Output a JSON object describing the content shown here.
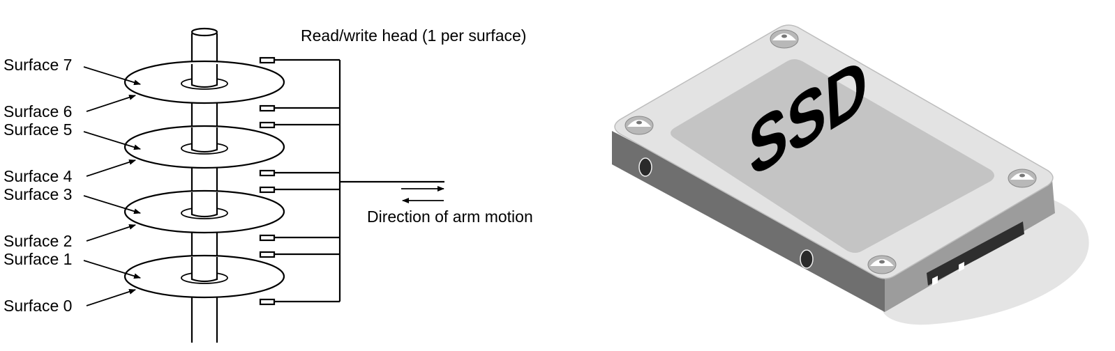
{
  "disk_diagram": {
    "surface_labels": [
      "Surface 7",
      "Surface 6",
      "Surface 5",
      "Surface 4",
      "Surface 3",
      "Surface 2",
      "Surface 1",
      "Surface 0"
    ],
    "head_label": "Read/write head (1 per surface)",
    "arm_label": "Direction of arm motion"
  },
  "ssd_illustration": {
    "label": "SSD",
    "colors": {
      "top": "#e3e3e3",
      "inset": "#c4c4c4",
      "logo": "#8e8e8e",
      "side_dark": "#6f6f6f",
      "side_light": "#9c9c9c",
      "shadow": "#e4e4e4"
    }
  }
}
